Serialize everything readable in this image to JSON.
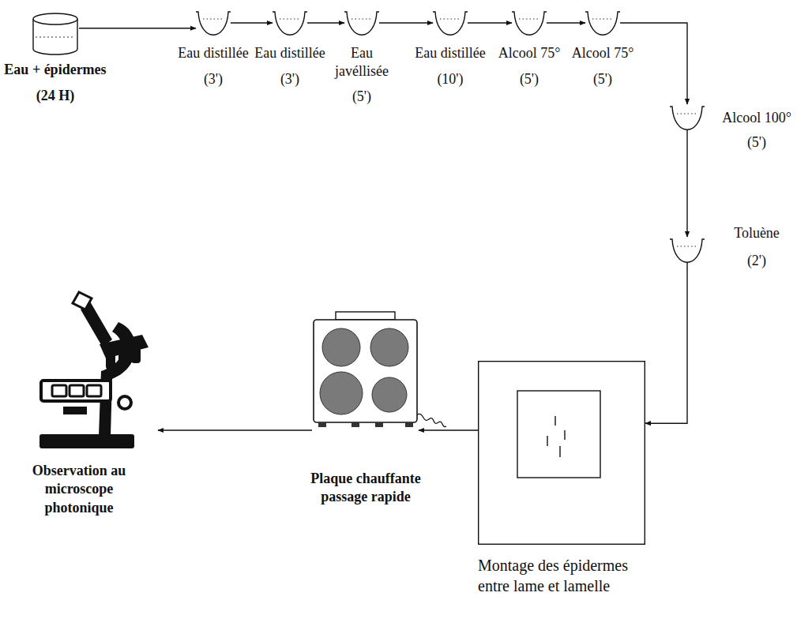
{
  "diagram": {
    "nodes": [
      {
        "text": [
          "Eau + épidermes",
          "(24 H)"
        ]
      },
      {
        "text": [
          "Eau distillée",
          "(3')"
        ]
      },
      {
        "text": [
          "Eau distillée",
          "(3')"
        ]
      },
      {
        "text": [
          "Eau javéllisée",
          "(5')"
        ]
      },
      {
        "text": [
          "Eau distillée",
          "(10')"
        ]
      },
      {
        "text": [
          "Alcool 75°",
          "(5')"
        ]
      },
      {
        "text": [
          "Alcool 75°",
          "(5')"
        ]
      },
      {
        "text": [
          "Alcool 100°",
          "(5')"
        ]
      },
      {
        "text": [
          "Toluène",
          "(2')"
        ]
      },
      {
        "text": [
          "Montage des épidermes entre lame et lamelle"
        ]
      },
      {
        "text": [
          "Plaque chauffante passage rapide"
        ]
      },
      {
        "text": [
          "Observation au microscope photonique"
        ]
      }
    ],
    "edges": [
      {
        "from": 0,
        "to": 1,
        "arrow": "to"
      },
      {
        "from": 1,
        "to": 2,
        "arrow": "to"
      },
      {
        "from": 2,
        "to": 3,
        "arrow": "to"
      },
      {
        "from": 3,
        "to": 4,
        "arrow": "to"
      },
      {
        "from": 4,
        "to": 5,
        "arrow": "to"
      },
      {
        "from": 5,
        "to": 6,
        "arrow": "to"
      },
      {
        "from": 6,
        "to": 7,
        "arrow": "to"
      },
      {
        "from": 7,
        "to": 8,
        "arrow": "to"
      },
      {
        "from": 8,
        "to": 9,
        "arrow": "to"
      },
      {
        "from": 9,
        "to": 10,
        "arrow": "to"
      },
      {
        "from": 10,
        "to": 11,
        "arrow": "to"
      }
    ]
  }
}
